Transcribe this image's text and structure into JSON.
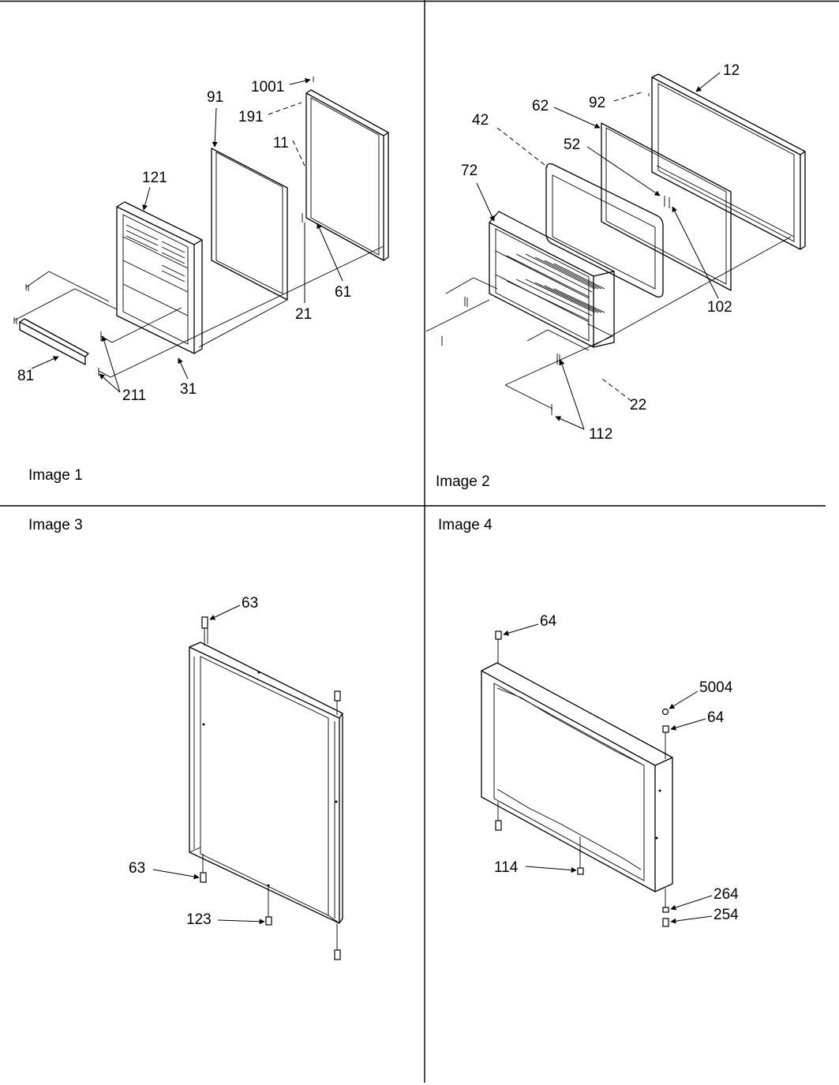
{
  "captions": {
    "image1": "Image 1",
    "image2": "Image 2",
    "image3": "Image 3",
    "image4": "Image 4"
  },
  "callouts": {
    "image1": [
      "1001",
      "91",
      "191",
      "11",
      "121",
      "61",
      "21",
      "81",
      "211",
      "31"
    ],
    "image2": [
      "12",
      "92",
      "62",
      "42",
      "52",
      "72",
      "102",
      "22",
      "112"
    ],
    "image3": [
      "63",
      "63",
      "123"
    ],
    "image4": [
      "64",
      "5004",
      "64",
      "114",
      "264",
      "254"
    ]
  }
}
